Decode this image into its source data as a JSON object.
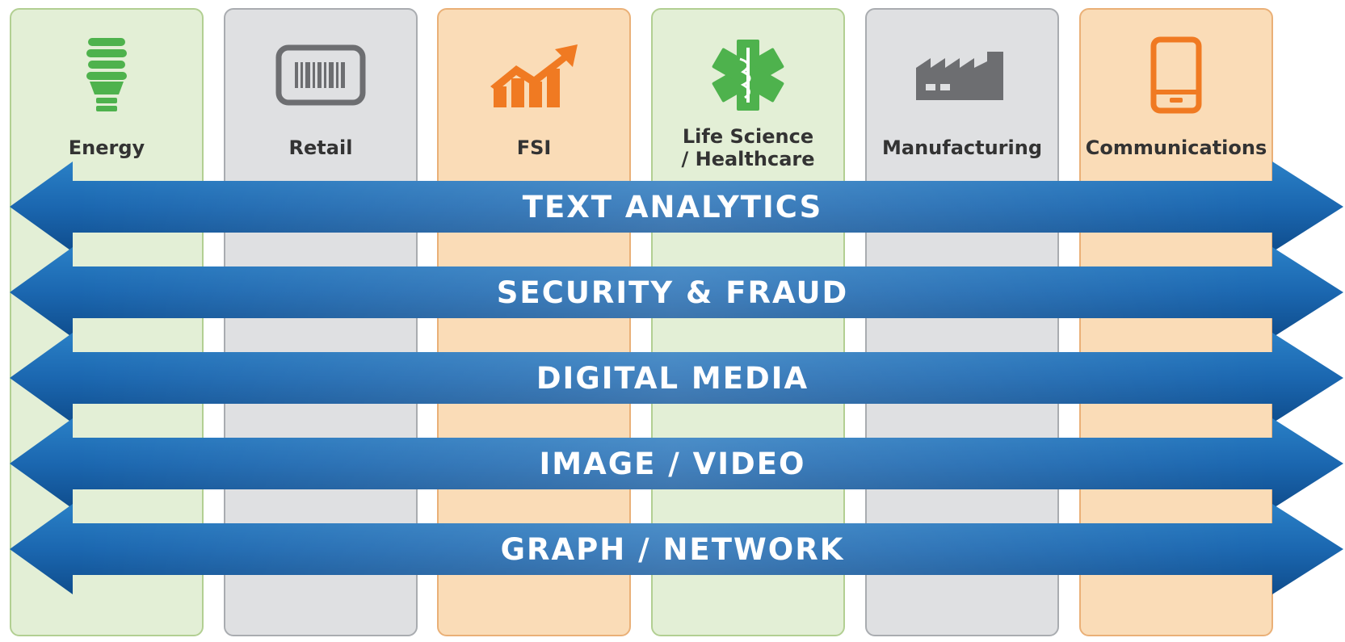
{
  "colors": {
    "green_fill": "#e3efd6",
    "gray_fill": "#dfe0e2",
    "orange_fill": "#fadcb7",
    "arrow_blue": "#1f6bb3",
    "icon_green": "#4eb24d",
    "icon_gray": "#6d6e71",
    "icon_orange": "#f07a22"
  },
  "industries": [
    {
      "label": "Energy",
      "icon": "lightbulb-icon"
    },
    {
      "label": "Retail",
      "icon": "barcode-icon"
    },
    {
      "label": "FSI",
      "icon": "growth-chart-icon"
    },
    {
      "label": "Life Science\n/ Healthcare",
      "icon": "star-of-life-icon"
    },
    {
      "label": "Manufacturing",
      "icon": "factory-icon"
    },
    {
      "label": "Communications",
      "icon": "mobile-phone-icon"
    }
  ],
  "capabilities": [
    {
      "label": "TEXT ANALYTICS"
    },
    {
      "label": "SECURITY & FRAUD"
    },
    {
      "label": "DIGITAL MEDIA"
    },
    {
      "label": "IMAGE / VIDEO"
    },
    {
      "label": "GRAPH / NETWORK"
    }
  ]
}
